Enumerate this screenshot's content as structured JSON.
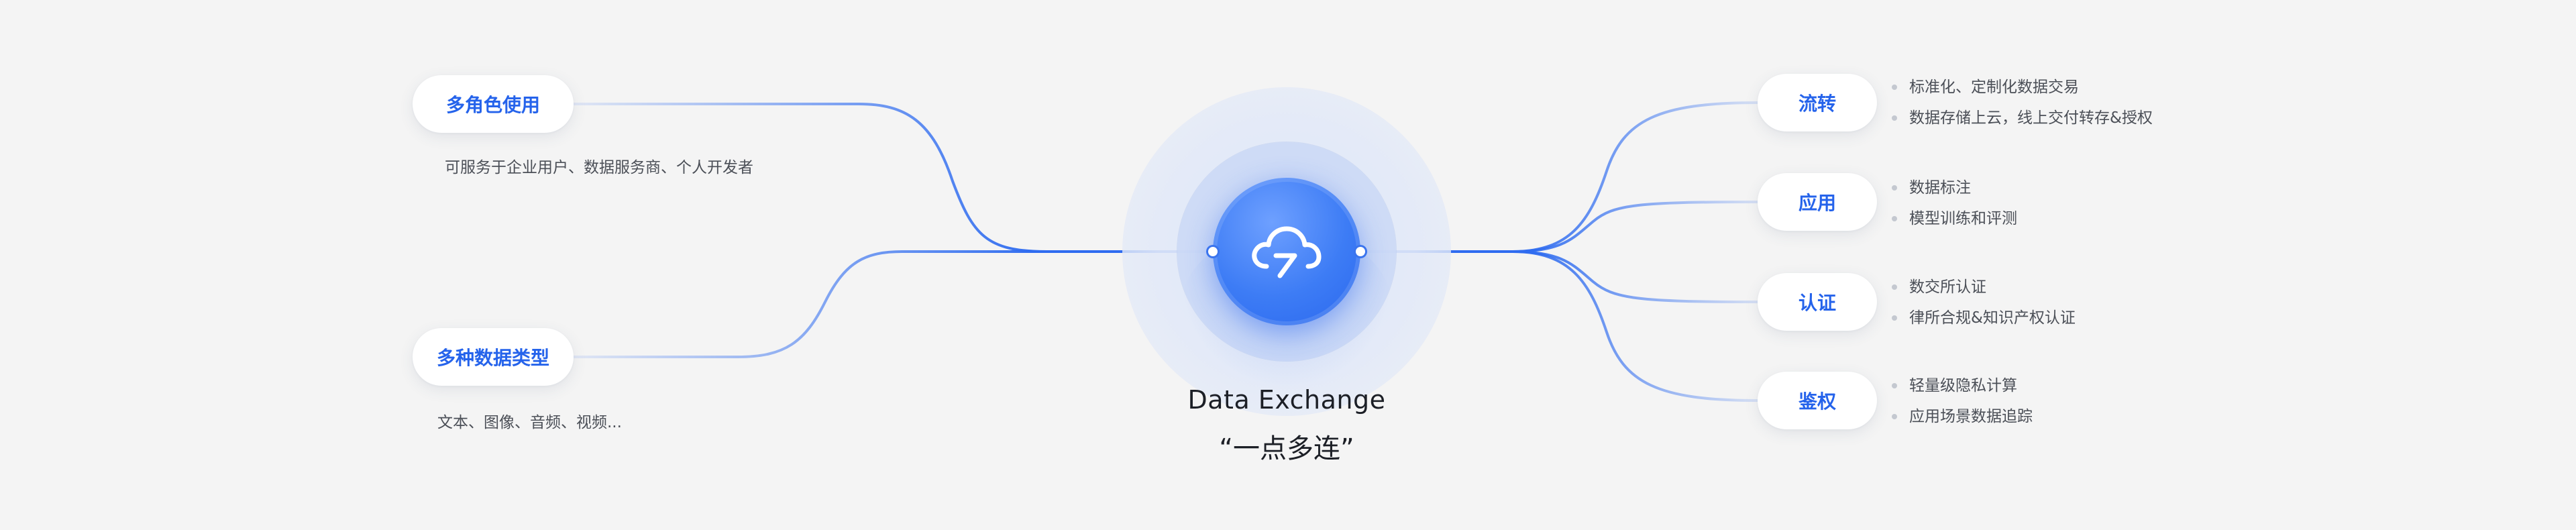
{
  "center": {
    "title": "Data Exchange",
    "subtitle": "“一点多连”",
    "icon": "cloud-exchange-icon"
  },
  "left": [
    {
      "label": "多角色使用",
      "desc": "可服务于企业用户、数据服务商、个人开发者"
    },
    {
      "label": "多种数据类型",
      "desc": "文本、图像、音频、视频..."
    }
  ],
  "right": [
    {
      "label": "流转",
      "items": [
        "标准化、定制化数据交易",
        "数据存储上云，线上交付转存&授权"
      ]
    },
    {
      "label": "应用",
      "items": [
        "数据标注",
        "模型训练和评测"
      ]
    },
    {
      "label": "认证",
      "items": [
        "数交所认证",
        "律所合规&知识产权认证"
      ]
    },
    {
      "label": "鉴权",
      "items": [
        "轻量级隐私计算",
        "应用场景数据追踪"
      ]
    }
  ],
  "colors": {
    "accent": "#2563eb",
    "line": "#3a74ee",
    "background": "#f4f4f4"
  }
}
